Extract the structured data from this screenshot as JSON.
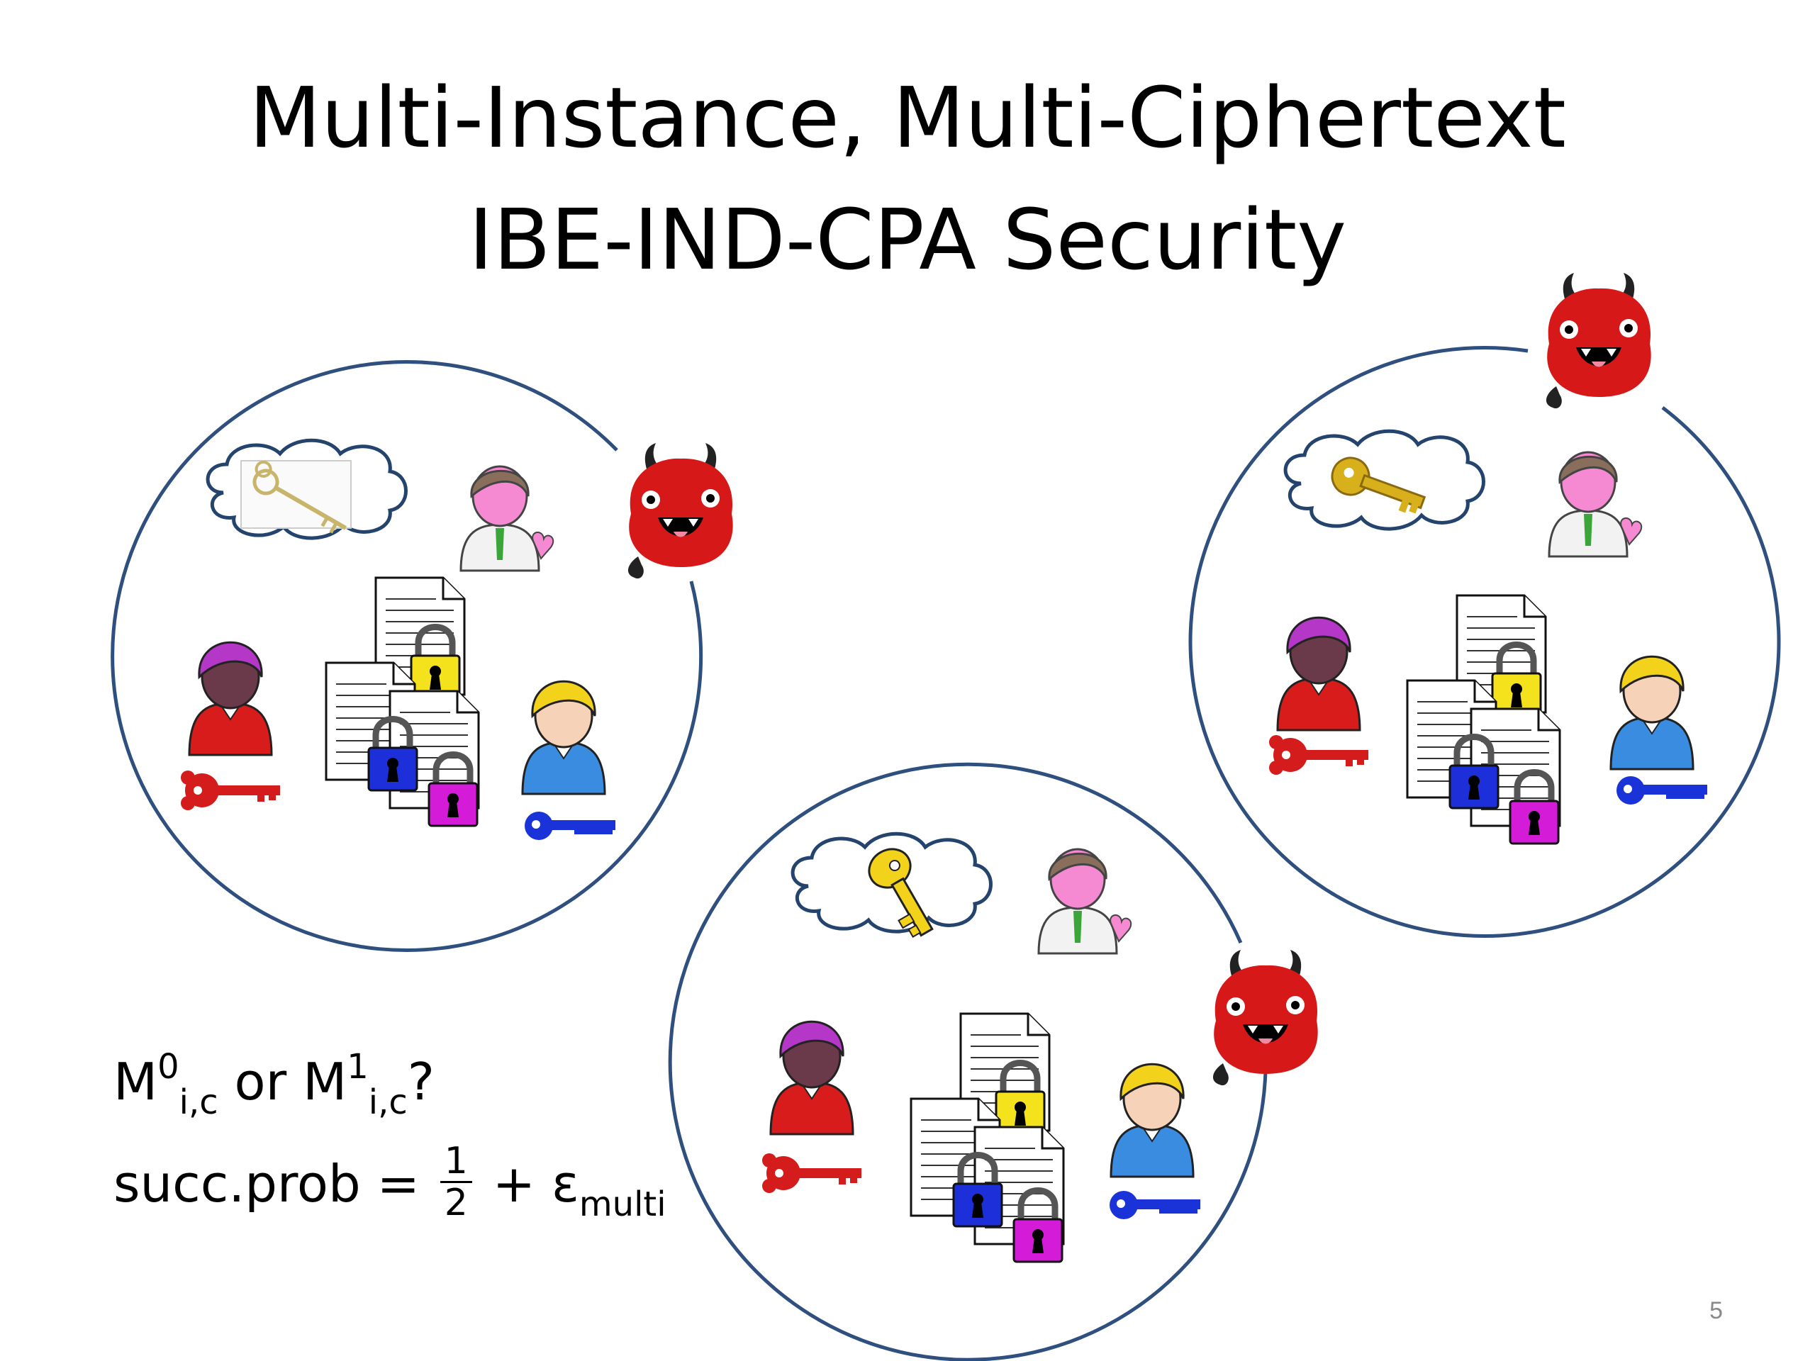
{
  "slide": {
    "title_line1": "Multi-Instance, Multi-Ciphertext",
    "title_line2": "IBE-IND-CPA Security",
    "page_number": "5"
  },
  "formula": {
    "m": "M",
    "sup0": "0",
    "sub_ic": "i,c",
    "or": " or ",
    "sup1": "1",
    "q": "?",
    "succ_prob": "succ.prob = ",
    "num": "1",
    "den": "2",
    "plus_eps": " + ε",
    "eps_sub": "multi"
  },
  "colors": {
    "circle": "#2f4f7f",
    "devil": "#d61818",
    "key_red": "#d41c1c",
    "key_blue": "#1a33d9",
    "lock_yellow": "#f3e21c",
    "lock_blue": "#1c2fd8",
    "lock_magenta": "#d41cd8",
    "key_gold": "#d8b01c"
  },
  "icons": {
    "cloud": "thought-cloud-icon",
    "master_key": "master-key-icon",
    "authority": "authority-person-icon",
    "user_purple": "user-purple-hair-icon",
    "user_blonde": "user-blonde-icon",
    "documents": "encrypted-documents-icon",
    "adversary": "devil-adversary-icon"
  }
}
